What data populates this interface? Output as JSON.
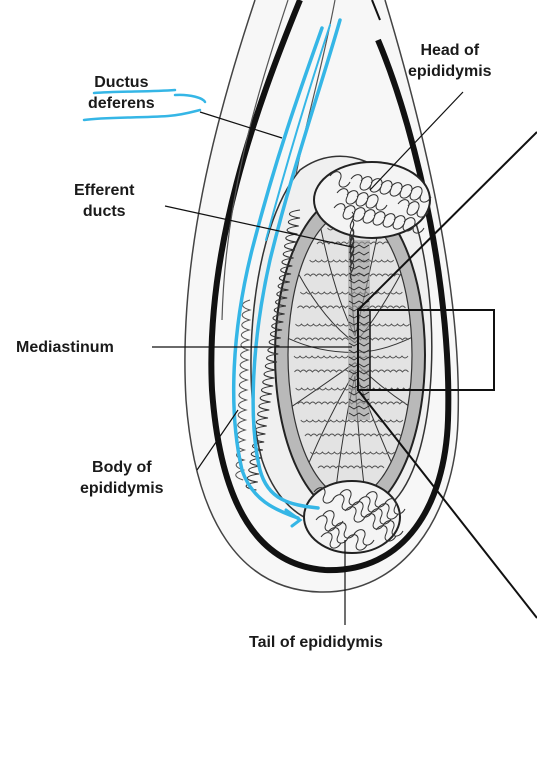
{
  "labels": {
    "head_line1": "Head of",
    "head_line2": "epididymis",
    "ductus_line1": "Ductus",
    "ductus_line2": "deferens",
    "efferent_line1": "Efferent",
    "efferent_line2": "ducts",
    "mediastinum": "Mediastinum",
    "body_line1": "Body of",
    "body_line2": "epididymis",
    "tail": "Tail of epididymis"
  },
  "colors": {
    "annotation_blue": "#35b6e6",
    "outline": "#111111",
    "lobule_fill": "#e3e3e3",
    "tunica_fill": "#b9b9b9"
  }
}
